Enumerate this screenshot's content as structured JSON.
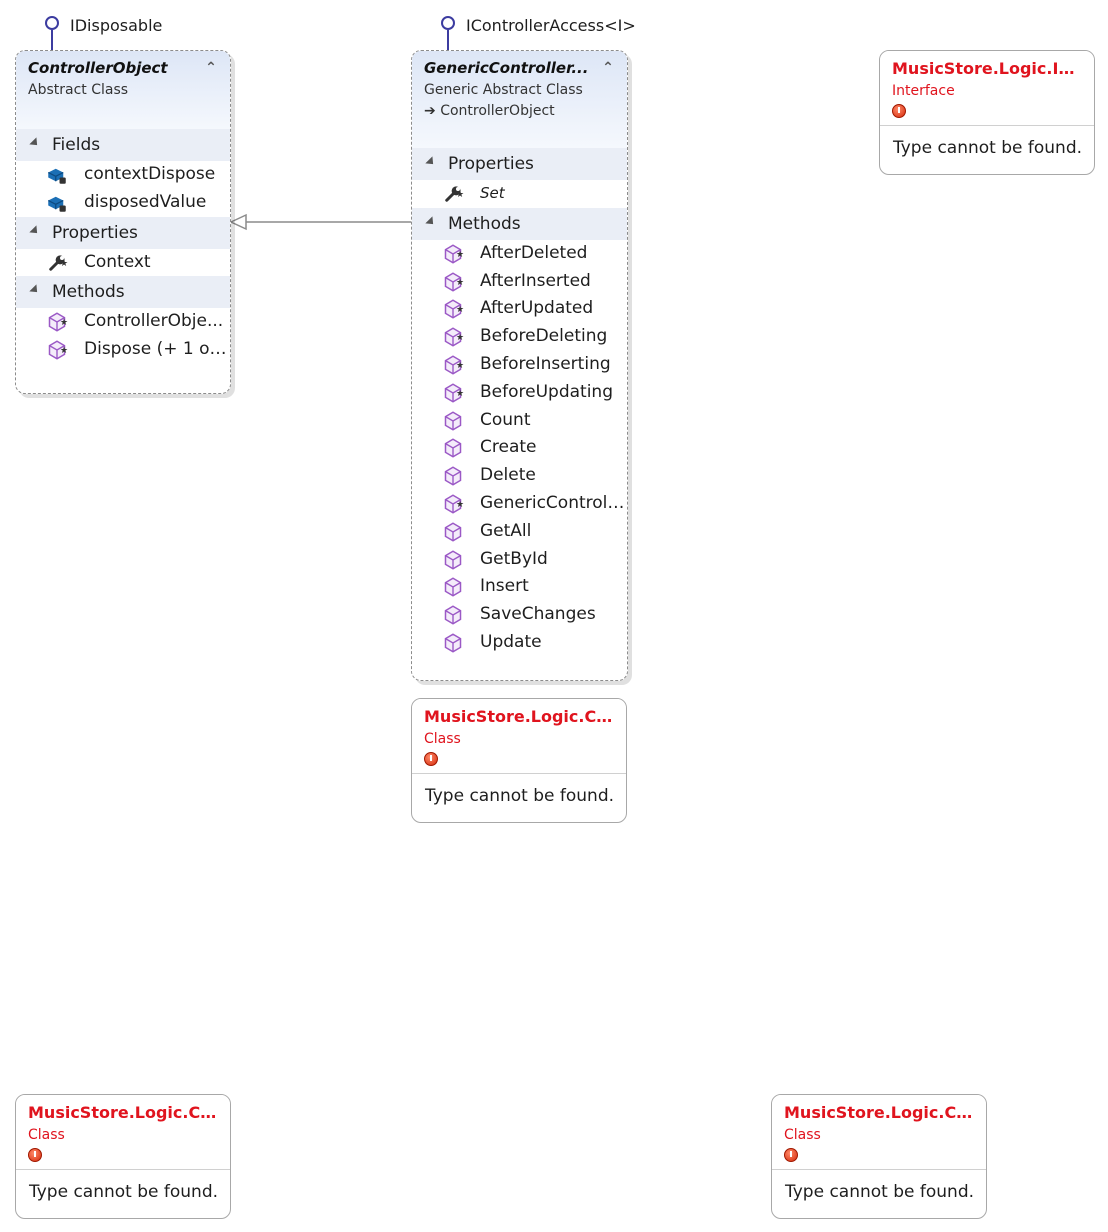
{
  "lollipops": {
    "idisposable": "IDisposable",
    "icontrolleraccess": "IControllerAccess<I>"
  },
  "controller_object": {
    "title": "ControllerObject",
    "kind": "Abstract Class",
    "sections": {
      "fields": "Fields",
      "properties": "Properties",
      "methods": "Methods"
    },
    "fields": [
      "contextDispose",
      "disposedValue"
    ],
    "properties": [
      "Context"
    ],
    "methods": [
      "ControllerObje...",
      "Dispose (+ 1 ov..."
    ]
  },
  "generic_controller": {
    "title": "GenericController...",
    "kind": "Generic Abstract Class",
    "base": "ControllerObject",
    "sections": {
      "properties": "Properties",
      "methods": "Methods"
    },
    "properties": [
      "Set"
    ],
    "methods": [
      "AfterDeleted",
      "AfterInserted",
      "AfterUpdated",
      "BeforeDeleting",
      "BeforeInserting",
      "BeforeUpdating",
      "Count",
      "Create",
      "Delete",
      "GenericControll...",
      "GetAll",
      "GetById",
      "Insert",
      "SaveChanges",
      "Update"
    ]
  },
  "missing_types": [
    {
      "title": "MusicStore.Logic.IC...",
      "kind": "Interface",
      "message": "Type cannot be found."
    },
    {
      "title": "MusicStore.Logic.C...",
      "kind": "Class",
      "message": "Type cannot be found."
    },
    {
      "title": "MusicStore.Logic.C...",
      "kind": "Class",
      "message": "Type cannot be found."
    },
    {
      "title": "MusicStore.Logic.C...",
      "kind": "Class",
      "message": "Type cannot be found."
    }
  ],
  "colors": {
    "error": "#e0141e",
    "header": "#dde6f6",
    "section": "#eaeef6",
    "lollipop": "#3c3ca0",
    "method_icon": "#9b59c6",
    "field_icon": "#1b6fb5"
  }
}
